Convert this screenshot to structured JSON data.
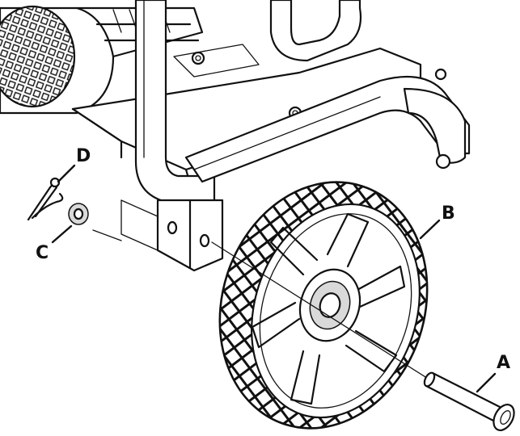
{
  "callouts": {
    "a": "A",
    "b": "B",
    "c": "C",
    "d": "D"
  },
  "colors": {
    "line": "#111111",
    "background": "#ffffff",
    "shade": "#d9d9d9"
  }
}
